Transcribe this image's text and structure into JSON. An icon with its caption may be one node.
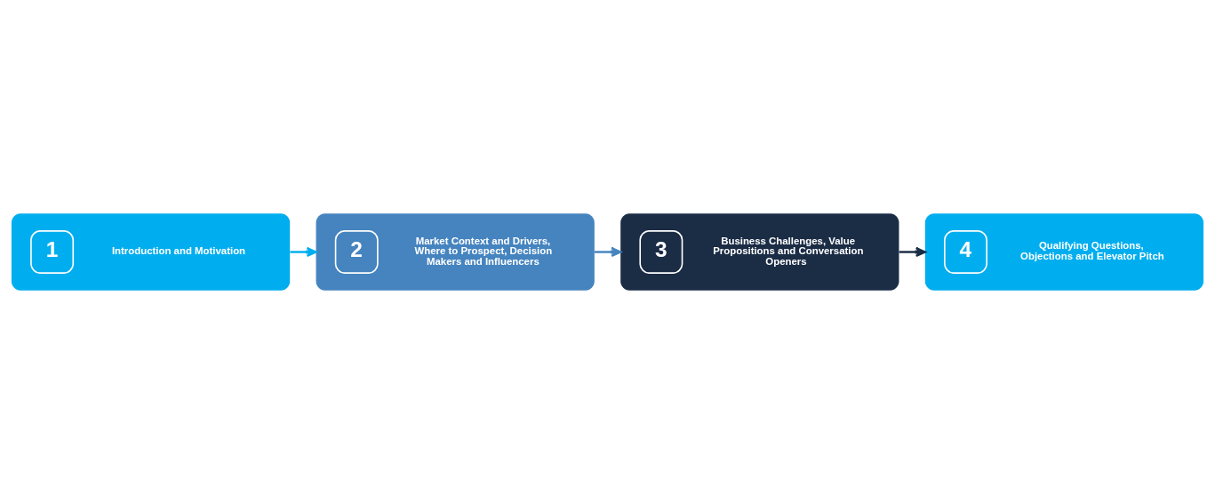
{
  "diagram": {
    "nodes": [
      {
        "text": [
          "1",
          "Introduction and Motivation"
        ]
      },
      {
        "text": [
          "2",
          "Market Context and Drivers, Where to Prospect, Decision Makers and Influencers"
        ]
      },
      {
        "text": [
          "3",
          "Business Challenges, Value Propositions and Conversation Openers"
        ]
      },
      {
        "text": [
          "4",
          "Qualifying Questions, Objections and Elevator Pitch"
        ]
      }
    ],
    "edges": [
      {
        "from": 0,
        "to": 1,
        "arrow": "to",
        "color": "#00aeef"
      },
      {
        "from": 1,
        "to": 2,
        "arrow": "to",
        "color": "#4584bf"
      },
      {
        "from": 2,
        "to": 3,
        "arrow": "to",
        "color": "#1b2c45"
      }
    ]
  }
}
